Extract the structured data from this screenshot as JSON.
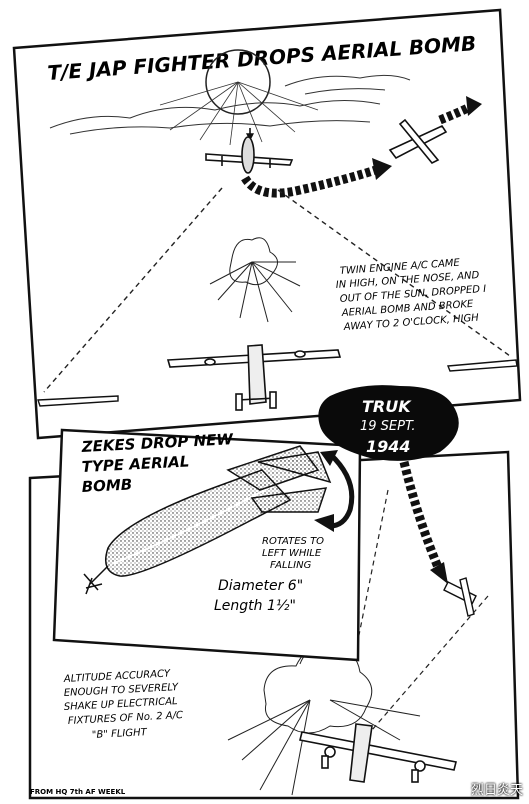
{
  "panel1": {
    "title": "T/E JAP FIGHTER DROPS AERIAL BOMB",
    "note_lines": [
      "TWIN ENGINE A/C CAME",
      "IN HIGH, ON THE NOSE, AND",
      "OUT OF THE SUN, DROPPED I",
      "AERIAL BOMB AND BROKE",
      "AWAY TO 2 O'CLOCK, HIGH"
    ]
  },
  "badge": {
    "place": "TRUK",
    "date1": "19 SEPT.",
    "year": "1944"
  },
  "panel2": {
    "title_lines": [
      "ZEKES DROP NEW",
      "TYPE AERIAL",
      "BOMB"
    ],
    "rotate_lines": [
      "ROTATES TO",
      "LEFT WHILE",
      "FALLING"
    ],
    "diameter": "Diameter 6\"",
    "length": "Length 1½\""
  },
  "panel3": {
    "note_lines": [
      "ALTITUDE ACCURACY",
      "ENOUGH TO SEVERELY",
      "SHAKE UP ELECTRICAL",
      "FIXTURES OF No. 2 A/C",
      "\"B\" FLIGHT"
    ]
  },
  "footer": {
    "source": "FROM HQ 7th AF WEEKL"
  },
  "watermark": {
    "text": "烈日炎天"
  }
}
